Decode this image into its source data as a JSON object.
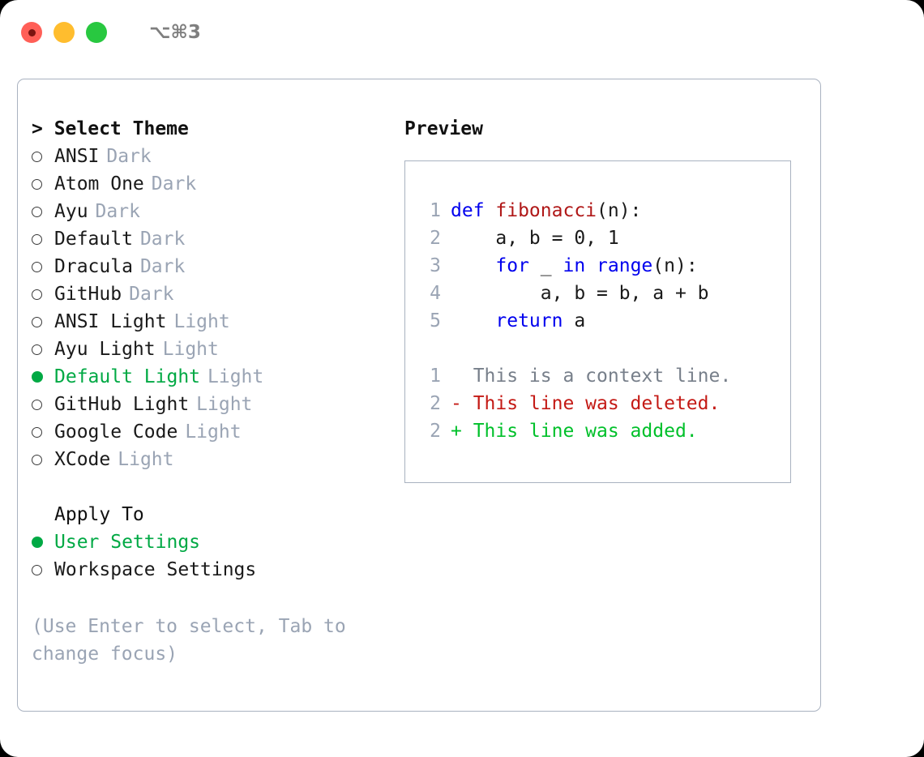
{
  "titlebar": {
    "traffic_lights": [
      "close",
      "minimize",
      "maximize"
    ],
    "shortcut": "⌥⌘3"
  },
  "theme_panel": {
    "heading": "> Select Theme",
    "heading_caret": ">",
    "heading_text": "Select Theme",
    "options": [
      {
        "bullet": "○",
        "label": "ANSI",
        "tag": "Dark",
        "selected": false
      },
      {
        "bullet": "○",
        "label": "Atom One",
        "tag": "Dark",
        "selected": false
      },
      {
        "bullet": "○",
        "label": "Ayu",
        "tag": "Dark",
        "selected": false
      },
      {
        "bullet": "○",
        "label": "Default",
        "tag": "Dark",
        "selected": false
      },
      {
        "bullet": "○",
        "label": "Dracula",
        "tag": "Dark",
        "selected": false
      },
      {
        "bullet": "○",
        "label": "GitHub",
        "tag": "Dark",
        "selected": false
      },
      {
        "bullet": "○",
        "label": "ANSI Light",
        "tag": "Light",
        "selected": false
      },
      {
        "bullet": "○",
        "label": "Ayu Light",
        "tag": "Light",
        "selected": false
      },
      {
        "bullet": "●",
        "label": "Default Light",
        "tag": "Light",
        "selected": true
      },
      {
        "bullet": "○",
        "label": "GitHub Light",
        "tag": "Light",
        "selected": false
      },
      {
        "bullet": "○",
        "label": "Google Code",
        "tag": "Light",
        "selected": false
      },
      {
        "bullet": "○",
        "label": "XCode",
        "tag": "Light",
        "selected": false
      }
    ],
    "apply_to": {
      "heading": "Apply To",
      "options": [
        {
          "bullet": "●",
          "label": "User Settings",
          "selected": true
        },
        {
          "bullet": "○",
          "label": "Workspace Settings",
          "selected": false
        }
      ]
    },
    "hint": "(Use Enter to select, Tab to change focus)"
  },
  "preview": {
    "title": "Preview",
    "code_lines": [
      {
        "no": "1",
        "tokens": [
          {
            "t": "def ",
            "k": "kw"
          },
          {
            "t": "fibonacci",
            "k": "fn"
          },
          {
            "t": "(n):",
            "k": "pl"
          }
        ]
      },
      {
        "no": "2",
        "tokens": [
          {
            "t": "    a, b = 0, 1",
            "k": "pl"
          }
        ]
      },
      {
        "no": "3",
        "tokens": [
          {
            "t": "    ",
            "k": "pl"
          },
          {
            "t": "for",
            "k": "kw"
          },
          {
            "t": " _ ",
            "k": "pl"
          },
          {
            "t": "in ",
            "k": "kw"
          },
          {
            "t": "range",
            "k": "kw"
          },
          {
            "t": "(n):",
            "k": "pl"
          }
        ]
      },
      {
        "no": "4",
        "tokens": [
          {
            "t": "        a, b = b, a + b",
            "k": "pl"
          }
        ]
      },
      {
        "no": "5",
        "tokens": [
          {
            "t": "    ",
            "k": "pl"
          },
          {
            "t": "return",
            "k": "kw"
          },
          {
            "t": " a",
            "k": "pl"
          }
        ]
      }
    ],
    "diff_lines": [
      {
        "no": "1",
        "marker": " ",
        "text": "  This is a context line.",
        "kind": "ctx"
      },
      {
        "no": "2",
        "marker": "-",
        "text": "- This line was deleted.",
        "kind": "del"
      },
      {
        "no": "2",
        "marker": "+",
        "text": "+ This line was added.",
        "kind": "add"
      }
    ]
  },
  "colors": {
    "accent_green": "#00a944",
    "diff_add": "#00c02a",
    "diff_del": "#c41a15",
    "keyword_blue": "#0000ee",
    "function_red": "#b01818",
    "muted_gray": "#9aa4b4",
    "border": "#a9b2c0",
    "traffic_red": "#ff5f57",
    "traffic_yellow": "#ffbd2e",
    "traffic_green": "#28c840"
  }
}
